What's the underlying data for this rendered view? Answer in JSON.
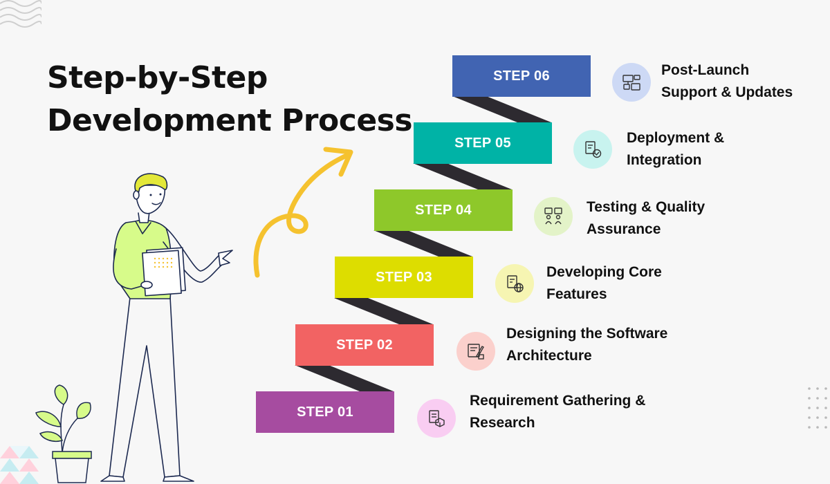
{
  "title": {
    "line1": "Step-by-Step",
    "line2": "Development Process"
  },
  "steps": [
    {
      "label": "STEP 01",
      "line1": "Requirement Gathering &",
      "line2": "Research",
      "color": "#a64ca0",
      "icon_bg": "#f9cdf2",
      "icon": "document-box-icon"
    },
    {
      "label": "STEP 02",
      "line1": "Designing the Software",
      "line2": "Architecture",
      "color": "#f26363",
      "icon_bg": "#fbd0cc",
      "icon": "blueprint-icon"
    },
    {
      "label": "STEP 03",
      "line1": "Developing Core",
      "line2": "Features",
      "color": "#dddd00",
      "icon_bg": "#f6f5b2",
      "icon": "code-globe-icon"
    },
    {
      "label": "STEP 04",
      "line1": "Testing & Quality",
      "line2": "Assurance",
      "color": "#8ec82a",
      "icon_bg": "#e3f3c8",
      "icon": "testing-people-icon"
    },
    {
      "label": "STEP 05",
      "line1": "Deployment &",
      "line2": "Integration",
      "color": "#00b3a6",
      "icon_bg": "#c8f3ef",
      "icon": "deploy-check-icon"
    },
    {
      "label": "STEP 06",
      "line1": "Post-Launch",
      "line2": "Support & Updates",
      "color": "#4164b2",
      "icon_bg": "#cdd9f5",
      "icon": "support-updates-icon"
    }
  ],
  "colors": {
    "riser": "#2d2a30",
    "arrow": "#f5c22f",
    "shirt": "#d7fb8a",
    "hair": "#e3e83a",
    "outline": "#1c2950"
  }
}
